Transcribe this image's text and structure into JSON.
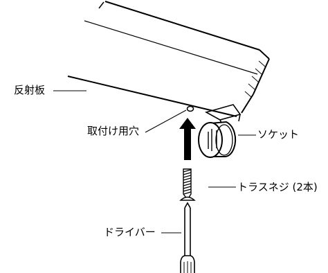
{
  "labels": {
    "reflector": "反射板",
    "mounting_hole": "取付け用穴",
    "socket": "ソケット",
    "truss_screw": "トラスネジ (2本)",
    "screwdriver": "ドライバー"
  },
  "colors": {
    "ink": "#000000",
    "paper": "#ffffff"
  }
}
